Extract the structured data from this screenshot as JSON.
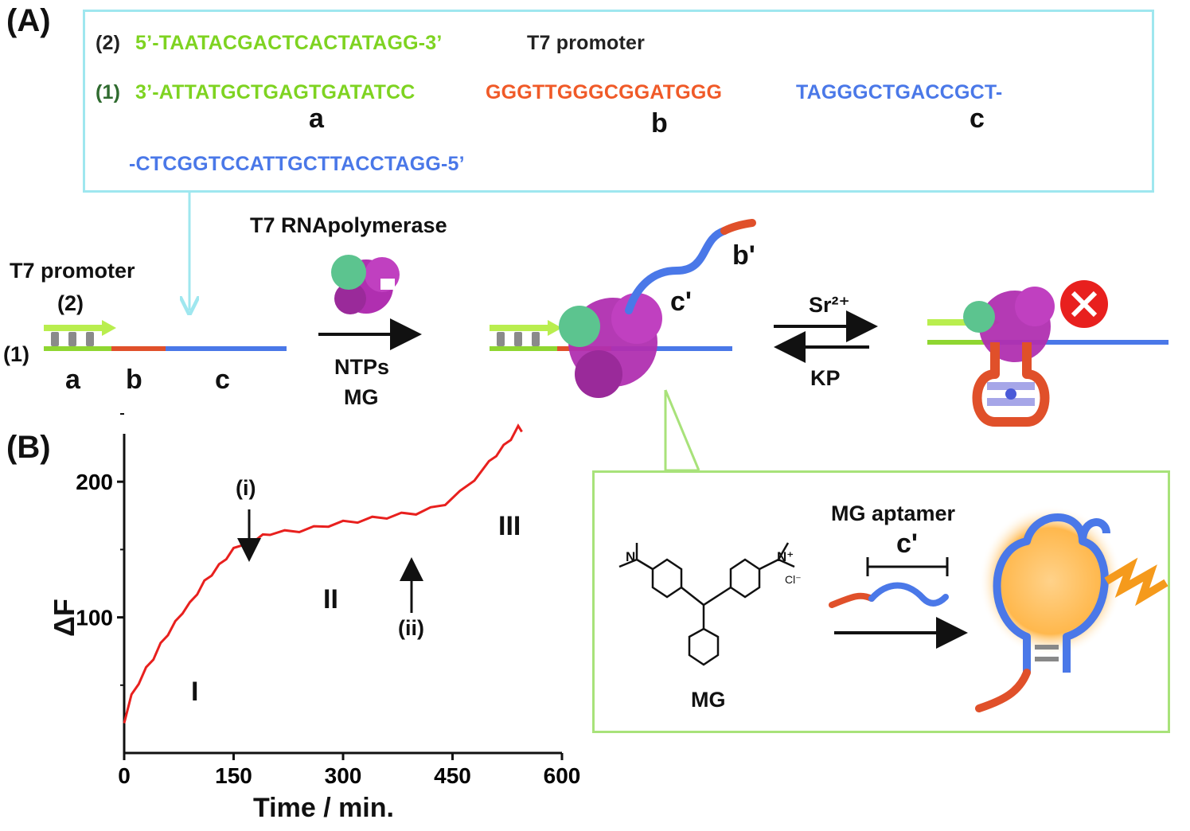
{
  "panel_a": {
    "letter": "(A)",
    "strand2": {
      "num": "(2)",
      "seq": "5’-TAATACGACTCACTATAGG-3’",
      "label": "T7 promoter"
    },
    "strand1": {
      "num": "(1)",
      "seg_a": "3’-ATTATGCTGAGTGATATCC",
      "seg_b": "GGGTTGGGCGGATGGG",
      "seg_c": "TAGGGCTGACCGCT-",
      "seg_c2": "-CTCGGTCCATTGCTTACCTAGG-5’",
      "label_a": "a",
      "label_b": "b",
      "label_c": "c"
    },
    "scheme": {
      "t7_promoter": "T7 promoter",
      "num2": "(2)",
      "num1": "(1)",
      "seg_a": "a",
      "seg_b": "b",
      "seg_c": "c",
      "enzyme": "T7 RNApolymerase",
      "reagents1": "NTPs",
      "reagents2": "MG",
      "b_prime": "b'",
      "c_prime": "c'",
      "forward": "Sr²⁺",
      "reverse": "KP"
    },
    "inset": {
      "aptamer_label": "MG aptamer",
      "c_prime": "c'",
      "mg_label": "MG",
      "n_plus": "N⁺",
      "cl": "Cl⁻",
      "n": "N"
    }
  },
  "panel_b": {
    "letter": "(B)",
    "annotations": {
      "i": "(i)",
      "ii": "(ii)",
      "I": "I",
      "II": "II",
      "III": "III"
    }
  },
  "colors": {
    "green": "#7ed321",
    "orange": "#f05a28",
    "blue": "#4a78e8",
    "red_curve": "#e8201e",
    "purple": "#b02fb0"
  },
  "chart_data": {
    "type": "line",
    "xlabel": "Time / min.",
    "ylabel": "ΔF",
    "xlim": [
      0,
      600
    ],
    "ylim": [
      0,
      250
    ],
    "xticks": [
      0,
      150,
      300,
      450,
      600
    ],
    "yticks": [
      100,
      200
    ],
    "series": [
      {
        "x": [
          0,
          10,
          20,
          30,
          40,
          50,
          60,
          70,
          80,
          90,
          100,
          110,
          120,
          130,
          140,
          150,
          160,
          170,
          180,
          190,
          200,
          220,
          240,
          260,
          280,
          300,
          320,
          340,
          360,
          380,
          400,
          420,
          440,
          460,
          480,
          500,
          510,
          520,
          530,
          540,
          545
        ],
        "y": [
          22,
          42,
          52,
          62,
          70,
          80,
          88,
          96,
          104,
          110,
          118,
          126,
          132,
          138,
          144,
          150,
          154,
          155,
          158,
          160,
          162,
          163,
          164,
          166,
          168,
          170,
          171,
          173,
          174,
          176,
          177,
          180,
          184,
          192,
          202,
          214,
          220,
          226,
          232,
          240,
          238
        ]
      }
    ]
  }
}
